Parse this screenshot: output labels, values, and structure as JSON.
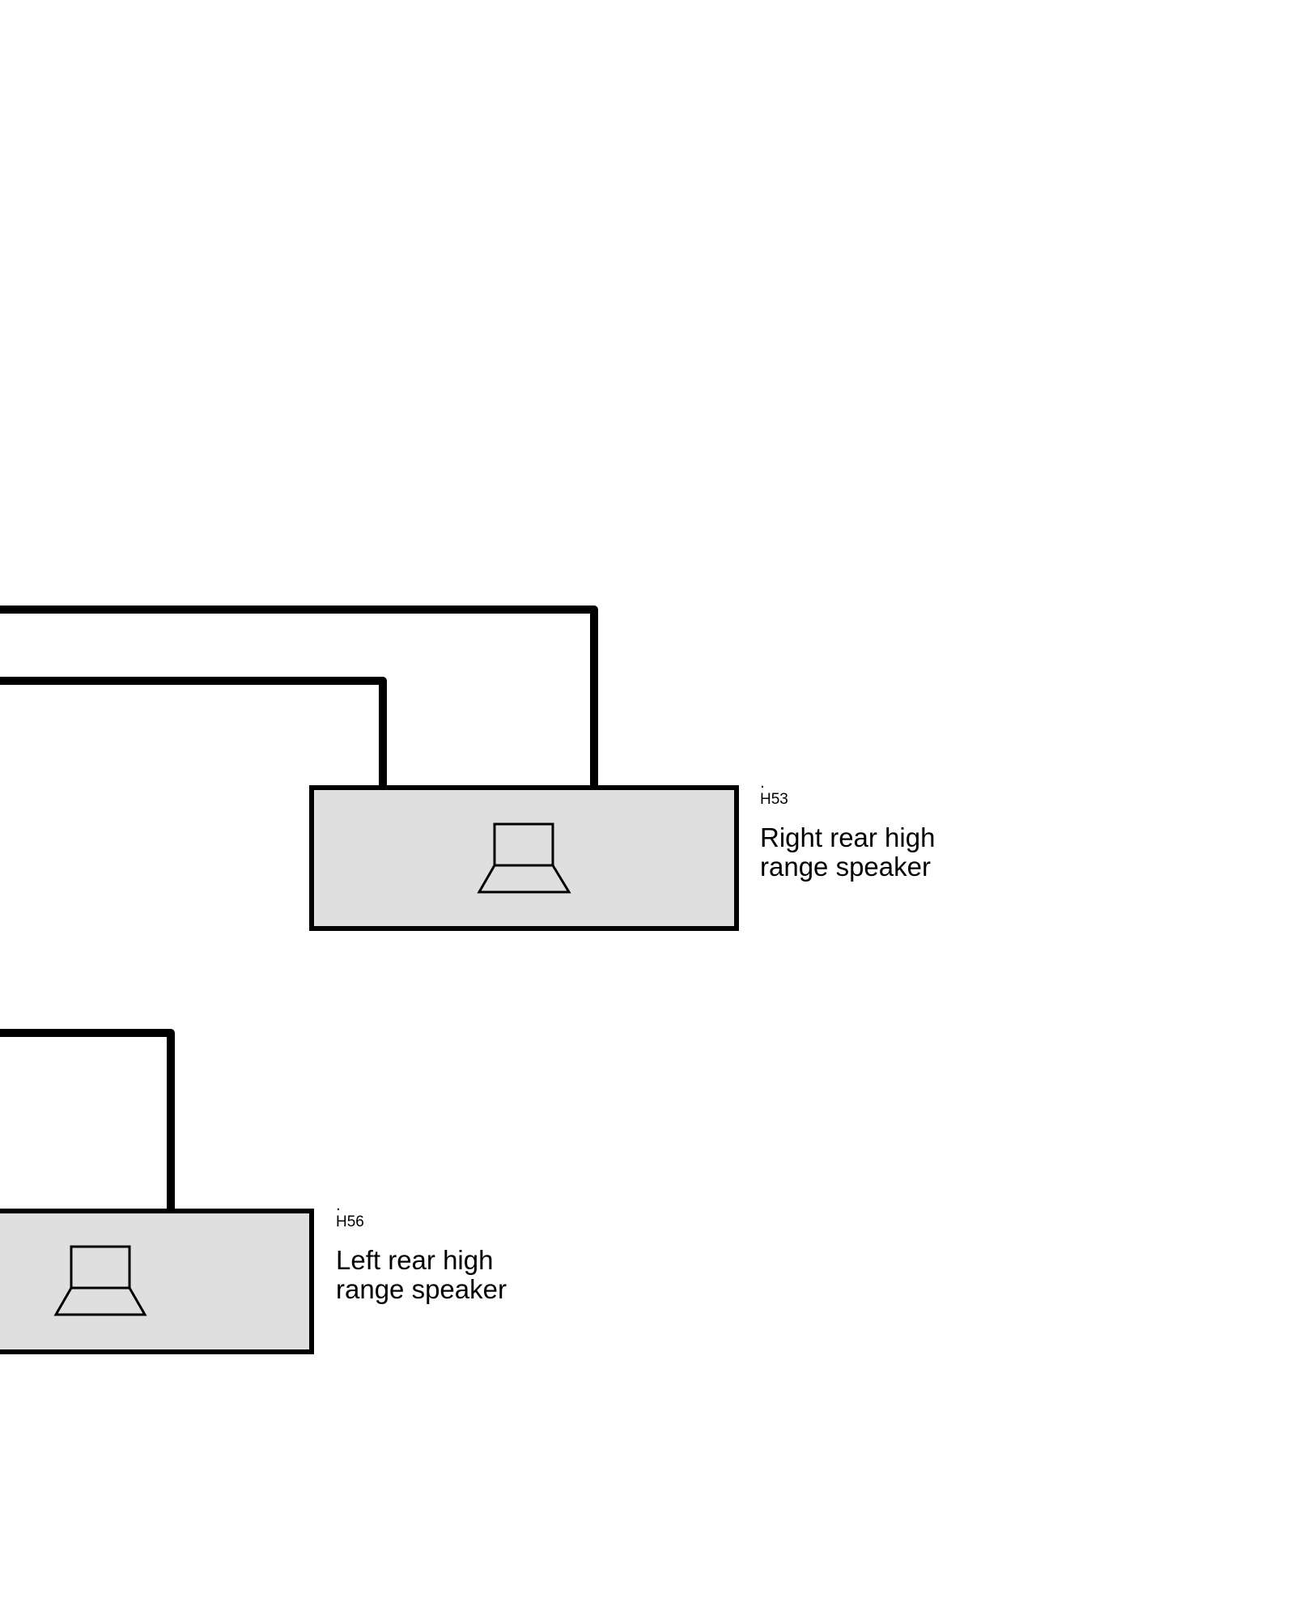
{
  "colors": {
    "wire": "#000000",
    "component_fill": "#dfdfdf",
    "component_stroke": "#000000",
    "background": "#ffffff"
  },
  "components": [
    {
      "id": "H53",
      "marker": ".",
      "code": "H53",
      "name_line1": "Right rear high",
      "name_line2": "range speaker",
      "icon": "speaker-icon"
    },
    {
      "id": "H56",
      "marker": ".",
      "code": "H56",
      "name_line1": "Left rear high",
      "name_line2": "range speaker",
      "icon": "speaker-icon"
    }
  ]
}
